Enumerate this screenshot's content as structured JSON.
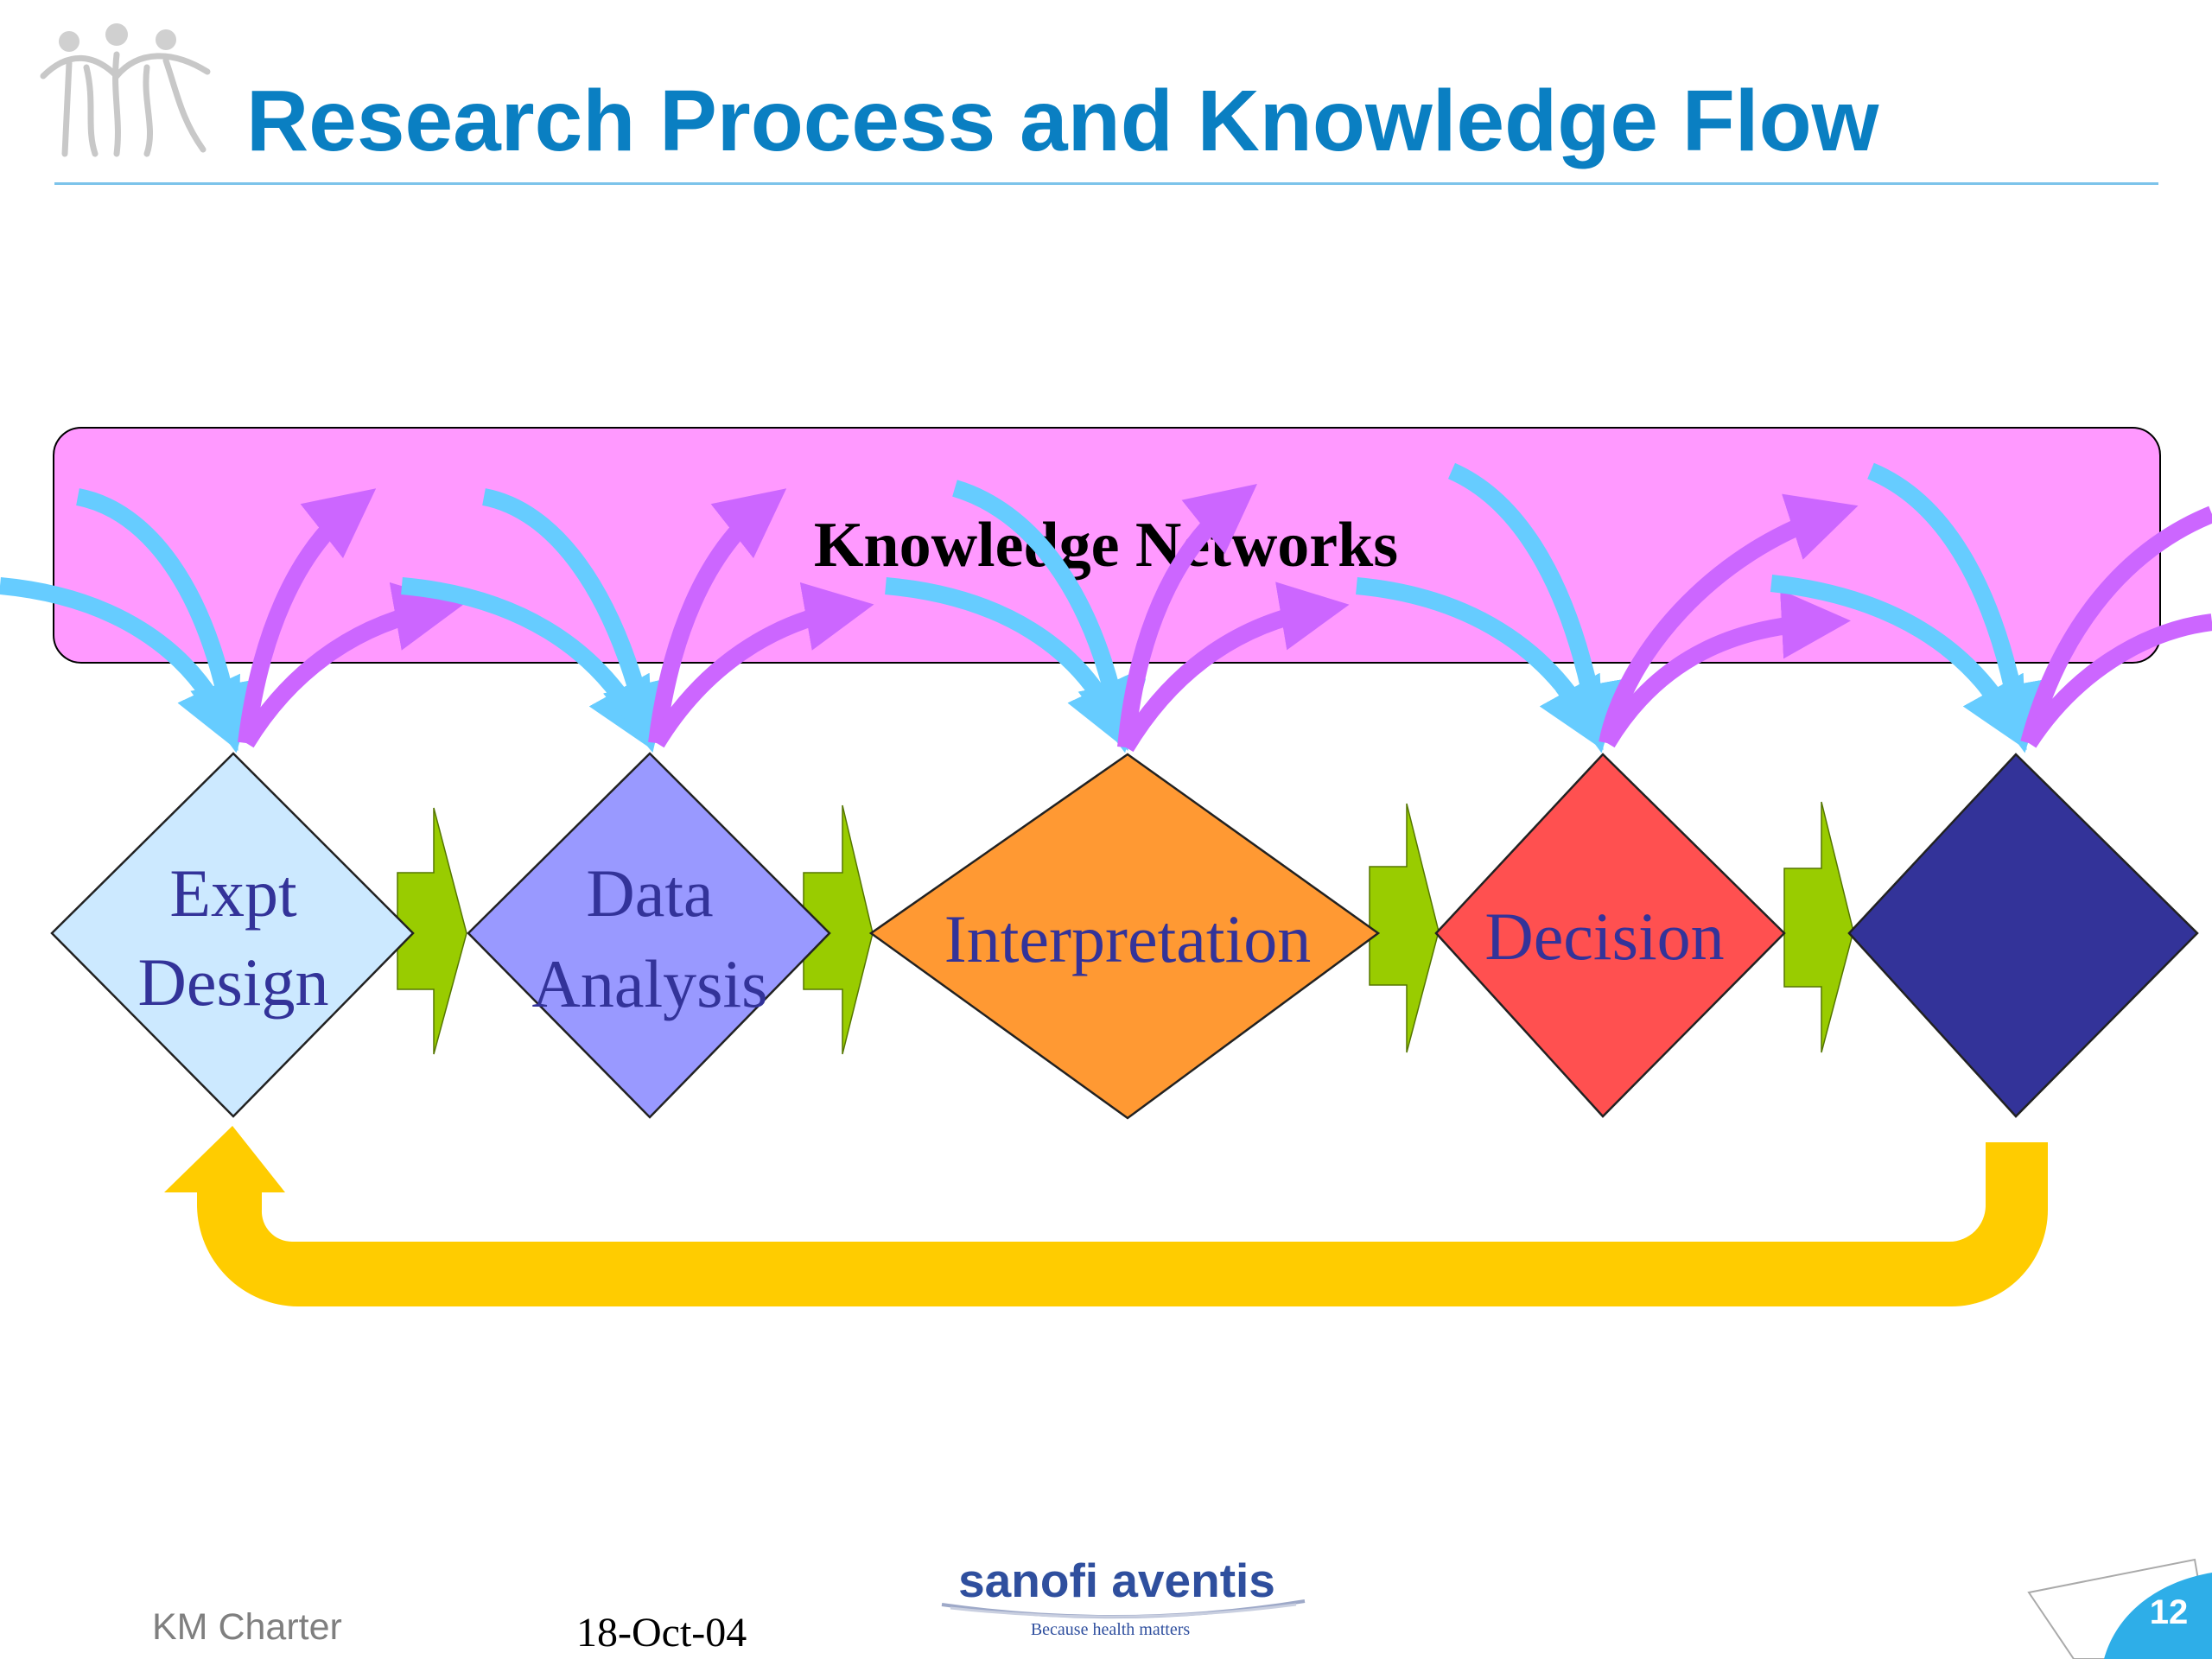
{
  "header": {
    "title": "Research Process and Knowledge Flow"
  },
  "diagram": {
    "band_label": "Knowledge Networks",
    "stages": [
      {
        "lines": [
          "Expt",
          "Design"
        ],
        "fill": "#cce9ff"
      },
      {
        "lines": [
          "Data",
          "Analysis"
        ],
        "fill": "#9999ff"
      },
      {
        "lines": [
          "Interpretation"
        ],
        "fill": "#ff9933"
      },
      {
        "lines": [
          "Decision"
        ],
        "fill": "#ff5050"
      },
      {
        "lines": [],
        "fill": "#333399"
      }
    ],
    "colors": {
      "band": "#ff99ff",
      "inflow_arrows": "#66ccff",
      "outflow_arrows": "#cc66ff",
      "step_arrows": "#99cc00",
      "feedback_arrow": "#ffcc00",
      "stage_text": "#333399"
    }
  },
  "footer": {
    "left_text": "KM Charter",
    "date": "18-Oct-04",
    "brand": "sanofi aventis",
    "tagline": "Because health matters",
    "page_number": "12"
  }
}
